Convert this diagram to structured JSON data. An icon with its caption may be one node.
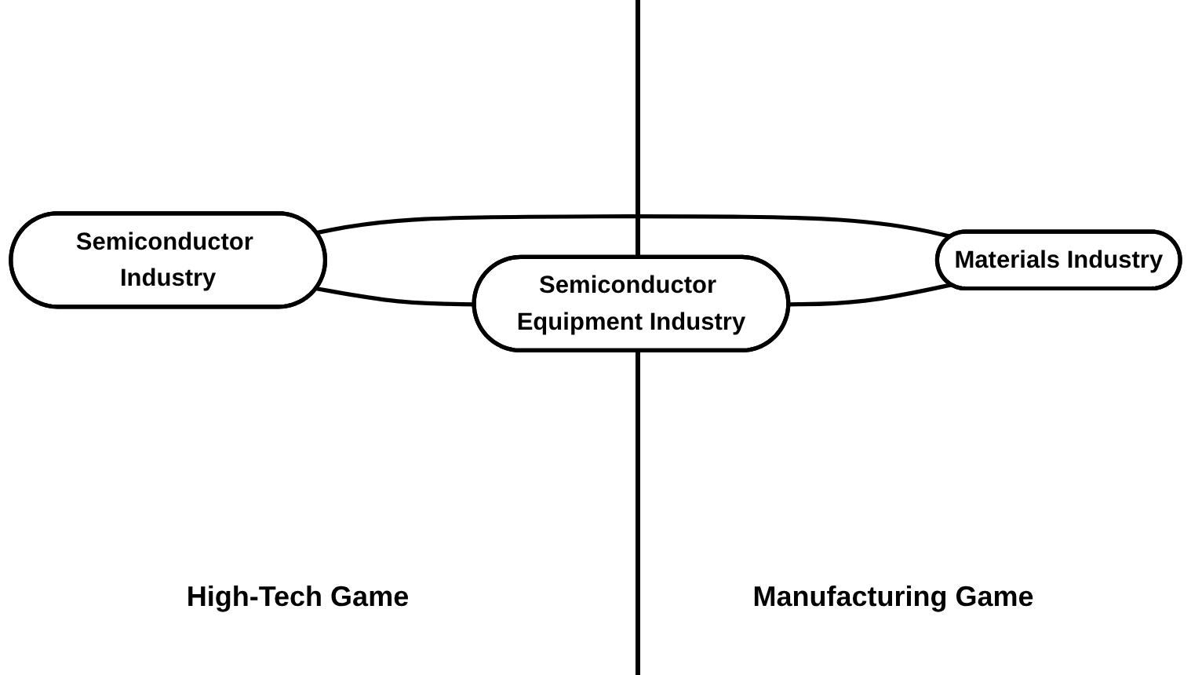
{
  "diagram": {
    "nodes": [
      {
        "text": [
          "Semiconductor Industry"
        ]
      },
      {
        "text": [
          "Semiconductor Equipment Industry"
        ]
      },
      {
        "text": [
          "Materials Industry"
        ]
      }
    ],
    "edges": [
      {
        "from": 0,
        "to": 1,
        "arrow": "none"
      },
      {
        "from": 0,
        "to": 2,
        "arrow": "none"
      },
      {
        "from": 1,
        "to": 2,
        "arrow": "none"
      }
    ],
    "labels": [
      "High-Tech Game",
      "Manufacturing Game"
    ]
  }
}
